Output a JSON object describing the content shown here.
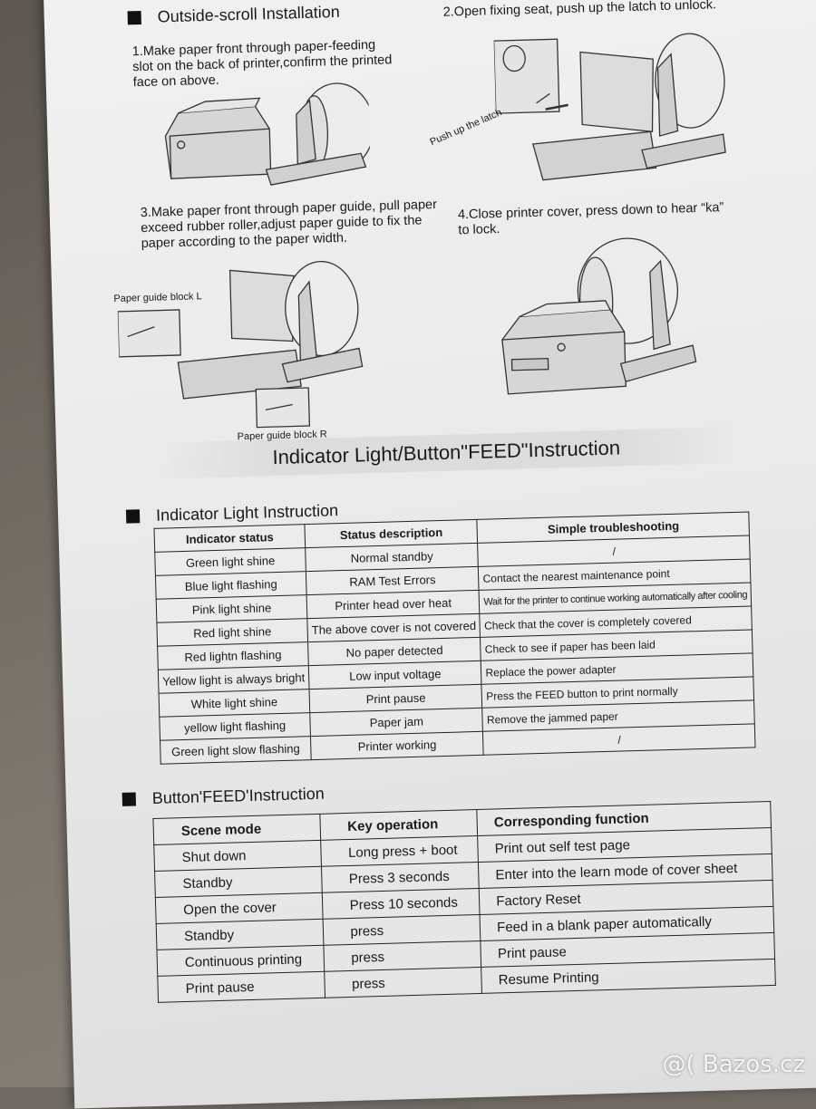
{
  "install": {
    "heading": "Outside-scroll Installation",
    "step1": "1.Make paper front through paper-feeding slot on the back of printer,confirm the printed face on above.",
    "step2": "2.Open fixing seat, push up the latch to unlock.",
    "step3": "3.Make paper front through paper guide, pull paper exceed rubber roller,adjust paper guide to fix the paper according to the paper width.",
    "step4": "4.Close printer cover, press down to hear “ka” to lock.",
    "latch_caption": "Push up the latch",
    "guide_l_caption": "Paper guide block L",
    "guide_r_caption": "Paper guide block R"
  },
  "main_title": "Indicator Light/Button\"FEED\"Instruction",
  "indicator": {
    "heading": "Indicator Light Instruction",
    "headers": [
      "Indicator status",
      "Status description",
      "Simple troubleshooting"
    ],
    "rows": [
      [
        "Green light shine",
        "Normal standby",
        "/"
      ],
      [
        "Blue light flashing",
        "RAM Test Errors",
        "Contact the nearest maintenance point"
      ],
      [
        "Pink light shine",
        "Printer head over heat",
        "Wait for the printer to continue working automatically after cooling"
      ],
      [
        "Red light shine",
        "The above cover is not covered",
        "Check that the cover is completely covered"
      ],
      [
        "Red lightn flashing",
        "No paper detected",
        "Check to see if paper has been laid"
      ],
      [
        "Yellow light is always bright",
        "Low input voltage",
        "Replace the power adapter"
      ],
      [
        "White light shine",
        "Print pause",
        "Press the FEED button to print normally"
      ],
      [
        "yellow light flashing",
        "Paper jam",
        "Remove the jammed paper"
      ],
      [
        "Green light slow flashing",
        "Printer working",
        "/"
      ]
    ]
  },
  "feed": {
    "heading": "Button'FEED'Instruction",
    "headers": [
      "Scene mode",
      "Key operation",
      "Corresponding function"
    ],
    "rows": [
      [
        "Shut down",
        "Long press + boot",
        "Print out self test page"
      ],
      [
        "Standby",
        "Press 3 seconds",
        "Enter into the learn mode of cover sheet"
      ],
      [
        "Open the cover",
        "Press 10 seconds",
        "Factory Reset"
      ],
      [
        "Standby",
        "press",
        "Feed in a blank paper automatically"
      ],
      [
        "Continuous printing",
        "press",
        "Print pause"
      ],
      [
        "Print pause",
        "press",
        "Resume Printing"
      ]
    ]
  },
  "watermark": "@( Bazos.cz"
}
